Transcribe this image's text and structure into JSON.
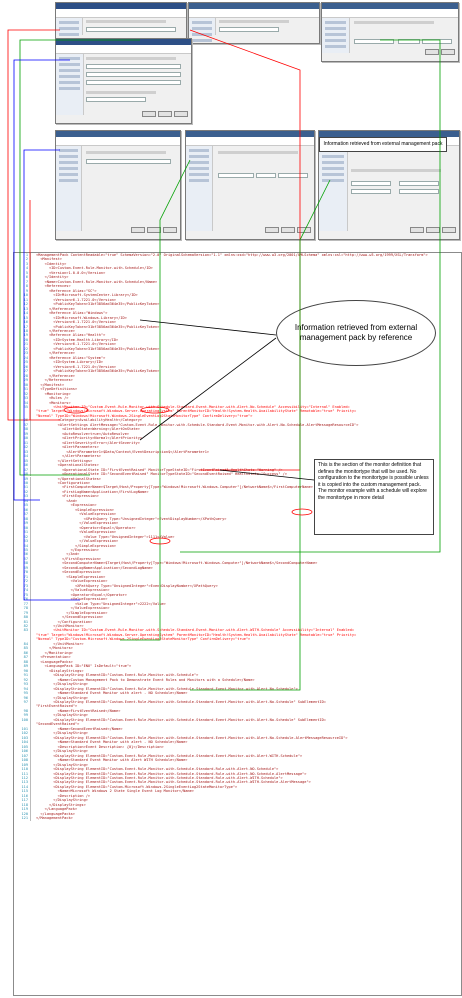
{
  "callouts": {
    "external_reference": "Information retrieved from external management pack by reference",
    "monitor_definition": "This is the section of the monitor definition that defines the monitortype that will be used. No configuration to the monitortype is possible unless it is copied into the custom management pack. The monitor example with a schedule will explore the monitortype in more detail",
    "health_title": "Information retrieved from external management pack"
  },
  "code_lines": [
    {
      "n": "1",
      "t": "<ManagementPack ContentReadable=\"true\" SchemaVersion=\"2.0\" OriginalSchemaVersion=\"1.1\" xmlns:xsd=\"http://www.w3.org/2001/XMLSchema\" xmlns:xsl=\"http://www.w3.org/1999/XSL/Transform\">",
      "k": "el"
    },
    {
      "n": "2",
      "t": "  <Manifest>",
      "k": "el"
    },
    {
      "n": "3",
      "t": "    <Identity>",
      "k": "el"
    },
    {
      "n": "4",
      "t": "      <ID>Custom.Event.Rule.Monitor.with.Schedule</ID>",
      "k": "el"
    },
    {
      "n": "5",
      "t": "      <Version>1.0.0.0</Version>",
      "k": "el"
    },
    {
      "n": "6",
      "t": "    </Identity>",
      "k": "el"
    },
    {
      "n": "7",
      "t": "    <Name>Custom.Event.Rule.Monitor.with.Schedule</Name>",
      "k": "el"
    },
    {
      "n": "8",
      "t": "    <References>",
      "k": "el"
    },
    {
      "n": "9",
      "t": "      <Reference Alias=\"SC\">",
      "k": "el"
    },
    {
      "n": "10",
      "t": "        <ID>Microsoft.SystemCenter.Library</ID>",
      "k": "el"
    },
    {
      "n": "11",
      "t": "        <Version>6.1.7221.0</Version>",
      "k": "el"
    },
    {
      "n": "12",
      "t": "        <PublicKeyToken>31bf3856ad364e35</PublicKeyToken>",
      "k": "el"
    },
    {
      "n": "13",
      "t": "      </Reference>",
      "k": "el"
    },
    {
      "n": "14",
      "t": "      <Reference Alias=\"Windows\">",
      "k": "el"
    },
    {
      "n": "15",
      "t": "        <ID>Microsoft.Windows.Library</ID>",
      "k": "el"
    },
    {
      "n": "16",
      "t": "        <Version>6.1.7221.0</Version>",
      "k": "el"
    },
    {
      "n": "17",
      "t": "        <PublicKeyToken>31bf3856ad364e35</PublicKeyToken>",
      "k": "el"
    },
    {
      "n": "18",
      "t": "      </Reference>",
      "k": "el"
    },
    {
      "n": "19",
      "t": "      <Reference Alias=\"Health\">",
      "k": "el"
    },
    {
      "n": "20",
      "t": "        <ID>System.Health.Library</ID>",
      "k": "el"
    },
    {
      "n": "21",
      "t": "        <Version>6.1.7221.0</Version>",
      "k": "el"
    },
    {
      "n": "22",
      "t": "        <PublicKeyToken>31bf3856ad364e35</PublicKeyToken>",
      "k": "el"
    },
    {
      "n": "23",
      "t": "      </Reference>",
      "k": "el"
    },
    {
      "n": "24",
      "t": "      <Reference Alias=\"System\">",
      "k": "el"
    },
    {
      "n": "25",
      "t": "        <ID>System.Library</ID>",
      "k": "el"
    },
    {
      "n": "26",
      "t": "        <Version>6.1.7221.0</Version>",
      "k": "el"
    },
    {
      "n": "27",
      "t": "        <PublicKeyToken>31bf3856ad364e35</PublicKeyToken>",
      "k": "el"
    },
    {
      "n": "28",
      "t": "      </Reference>",
      "k": "el"
    },
    {
      "n": "29",
      "t": "    </References>",
      "k": "el"
    },
    {
      "n": "30",
      "t": "  </Manifest>",
      "k": "el"
    },
    {
      "n": "31",
      "t": "  <TypeDefinitions>",
      "k": "el"
    },
    {
      "n": "32",
      "t": "    <Monitoring>",
      "k": "el"
    },
    {
      "n": "33",
      "t": "      <Rules />",
      "k": "el"
    },
    {
      "n": "34",
      "t": "      <Monitors>",
      "k": "el"
    },
    {
      "n": "35",
      "t": "        <UnitMonitor ID=\"Custom.Event.Rule.Monitor.with.Schedule.Standard.Event.Monitor.with.Alert.No.Schedule\" Accessibility=\"Internal\" Enabled=",
      "k": "at"
    },
    {
      "n": "",
      "t": "\"true\" Target=\"Windows!Microsoft.Windows.Server.OperatingSystem\" ParentMonitorID=\"Health!System.Health.AvailabilityState\" Remotable=\"true\" Priority=",
      "k": "at"
    },
    {
      "n": "",
      "t": "\"Normal\" TypeID=\"Windows!Microsoft.Windows.2SingleEventLog2StateMonitorType\" ConfirmDelivery=\"true\">",
      "k": "at"
    },
    {
      "n": "36",
      "t": "          <Category>AvailabilityHealth</Category>",
      "k": "el"
    },
    {
      "n": "37",
      "t": "          <AlertSettings AlertMessage=\"Custom.Event.Rule.Monitor.with.Schedule.Standard.Event.Monitor.with.Alert.No.Schedule.AlertMessageResourceID\">",
      "k": "el"
    },
    {
      "n": "38",
      "t": "            <AlertOnState>Warning</AlertOnState>",
      "k": "el"
    },
    {
      "n": "39",
      "t": "            <AutoResolve>true</AutoResolve>",
      "k": "el"
    },
    {
      "n": "40",
      "t": "            <AlertPriority>Normal</AlertPriority>",
      "k": "el"
    },
    {
      "n": "41",
      "t": "            <AlertSeverity>Error</AlertSeverity>",
      "k": "el"
    },
    {
      "n": "42",
      "t": "            <AlertParameters>",
      "k": "el"
    },
    {
      "n": "43",
      "t": "              <AlertParameter1>$Data/Context/EventDescription$</AlertParameter1>",
      "k": "el"
    },
    {
      "n": "44",
      "t": "            </AlertParameters>",
      "k": "el"
    },
    {
      "n": "45",
      "t": "          </AlertSettings>",
      "k": "el"
    },
    {
      "n": "46",
      "t": "          <OperationalStates>",
      "k": "el"
    },
    {
      "n": "47",
      "t": "            <OperationalState ID=\"FirstEventRaised\" MonitorTypeStateID=\"FirstEventRaised\" HealthState=\"Warning\" />",
      "k": "el"
    },
    {
      "n": "48",
      "t": "            <OperationalState ID=\"SecondEventRaised\" MonitorTypeStateID=\"SecondEventRaised\" HealthState=\"Success\" />",
      "k": "el"
    },
    {
      "n": "49",
      "t": "          </OperationalStates>",
      "k": "el"
    },
    {
      "n": "50",
      "t": "          <Configuration>",
      "k": "el"
    },
    {
      "n": "51",
      "t": "            <FirstComputerName>$Target/Host/Property[Type=\"Windows!Microsoft.Windows.Computer\"]/NetworkName$</FirstComputerName>",
      "k": "el"
    },
    {
      "n": "52",
      "t": "            <FirstLogName>Application</FirstLogName>",
      "k": "el"
    },
    {
      "n": "53",
      "t": "            <FirstExpression>",
      "k": "el"
    },
    {
      "n": "54",
      "t": "              <And>",
      "k": "el"
    },
    {
      "n": "55",
      "t": "                <Expression>",
      "k": "el"
    },
    {
      "n": "56",
      "t": "                  <SimpleExpression>",
      "k": "el"
    },
    {
      "n": "57",
      "t": "                    <ValueExpression>",
      "k": "el"
    },
    {
      "n": "58",
      "t": "                      <XPathQuery Type=\"UnsignedInteger\">EventDisplayNumber</XPathQuery>",
      "k": "el"
    },
    {
      "n": "59",
      "t": "                    </ValueExpression>",
      "k": "el"
    },
    {
      "n": "60",
      "t": "                    <Operator>Equal</Operator>",
      "k": "el"
    },
    {
      "n": "61",
      "t": "                    <ValueExpression>",
      "k": "el"
    },
    {
      "n": "62",
      "t": "                      <Value Type=\"UnsignedInteger\">1111</Value>",
      "k": "el"
    },
    {
      "n": "63",
      "t": "                    </ValueExpression>",
      "k": "el"
    },
    {
      "n": "64",
      "t": "                  </SimpleExpression>",
      "k": "el"
    },
    {
      "n": "65",
      "t": "                </Expression>",
      "k": "el"
    },
    {
      "n": "66",
      "t": "              </And>",
      "k": "el"
    },
    {
      "n": "67",
      "t": "            </FirstExpression>",
      "k": "el"
    },
    {
      "n": "68",
      "t": "            <SecondComputerName>$Target/Host/Property[Type=\"Windows!Microsoft.Windows.Computer\"]/NetworkName$</SecondComputerName>",
      "k": "el"
    },
    {
      "n": "69",
      "t": "            <SecondLogName>Application</SecondLogName>",
      "k": "el"
    },
    {
      "n": "70",
      "t": "            <SecondExpression>",
      "k": "el"
    },
    {
      "n": "71",
      "t": "              <SimpleExpression>",
      "k": "el"
    },
    {
      "n": "72",
      "t": "                <ValueExpression>",
      "k": "el"
    },
    {
      "n": "73",
      "t": "                  <XPathQuery Type=\"UnsignedInteger\">EventDisplayNumber</XPathQuery>",
      "k": "el"
    },
    {
      "n": "74",
      "t": "                </ValueExpression>",
      "k": "el"
    },
    {
      "n": "75",
      "t": "                <Operator>Equal</Operator>",
      "k": "el"
    },
    {
      "n": "76",
      "t": "                <ValueExpression>",
      "k": "el"
    },
    {
      "n": "77",
      "t": "                  <Value Type=\"UnsignedInteger\">2222</Value>",
      "k": "el"
    },
    {
      "n": "78",
      "t": "                </ValueExpression>",
      "k": "el"
    },
    {
      "n": "79",
      "t": "              </SimpleExpression>",
      "k": "el"
    },
    {
      "n": "80",
      "t": "            </SecondExpression>",
      "k": "el"
    },
    {
      "n": "81",
      "t": "          </Configuration>",
      "k": "el"
    },
    {
      "n": "82",
      "t": "        </UnitMonitor>",
      "k": "el"
    },
    {
      "n": "83",
      "t": "        <UnitMonitor ID=\"Custom.Event.Rule.Monitor.with.Schedule.Standard.Event.Monitor.with.Alert.WITH.Schedule\" Accessibility=\"Internal\" Enabled=",
      "k": "at"
    },
    {
      "n": "",
      "t": "\"true\" Target=\"Windows!Microsoft.Windows.Server.OperatingSystem\" ParentMonitorID=\"Health!System.Health.AvailabilityState\" Remotable=\"true\" Priority=",
      "k": "at"
    },
    {
      "n": "",
      "t": "\"Normal\" TypeID=\"Custom.Microsoft.Windows.2SingleEventLog2StateMonitorType\" ConfirmDelivery=\"true\">",
      "k": "at"
    },
    {
      "n": "84",
      "t": "        </UnitMonitor>",
      "k": "el"
    },
    {
      "n": "85",
      "t": "      </Monitors>",
      "k": "el"
    },
    {
      "n": "86",
      "t": "    </Monitoring>",
      "k": "el"
    },
    {
      "n": "87",
      "t": "  <Presentation>",
      "k": "el"
    },
    {
      "n": "88",
      "t": "  <LanguagePacks>",
      "k": "el"
    },
    {
      "n": "89",
      "t": "    <LanguagePack ID=\"ENU\" IsDefault=\"true\">",
      "k": "el"
    },
    {
      "n": "90",
      "t": "      <DisplayStrings>",
      "k": "el"
    },
    {
      "n": "91",
      "t": "        <DisplayString ElementID=\"Custom.Event.Rule.Monitor.with.Schedule\">",
      "k": "el"
    },
    {
      "n": "92",
      "t": "          <Name>Custom Management Pack to Demonstrate Event Rules and Monitors with a Schedule</Name>",
      "k": "el"
    },
    {
      "n": "93",
      "t": "        </DisplayString>",
      "k": "el"
    },
    {
      "n": "94",
      "t": "        <DisplayString ElementID=\"Custom.Event.Rule.Monitor.with.Schedule.Standard.Event.Monitor.with.Alert.No.Schedule\">",
      "k": "el"
    },
    {
      "n": "95",
      "t": "          <Name>Standard Event Monitor with alert - NO Schedule</Name>",
      "k": "el"
    },
    {
      "n": "96",
      "t": "        </DisplayString>",
      "k": "el"
    },
    {
      "n": "97",
      "t": "        <DisplayString ElementID=\"Custom.Event.Rule.Monitor.with.Schedule.Standard.Event.Monitor.with.Alert.No.Schedule\" SubElementID=",
      "k": "el"
    },
    {
      "n": "",
      "t": "\"FirstEventRaised\">",
      "k": "el"
    },
    {
      "n": "98",
      "t": "          <Name>FirstEventRaised</Name>",
      "k": "el"
    },
    {
      "n": "99",
      "t": "        </DisplayString>",
      "k": "el"
    },
    {
      "n": "100",
      "t": "        <DisplayString ElementID=\"Custom.Event.Rule.Monitor.with.Schedule.Standard.Event.Monitor.with.Alert.No.Schedule\" SubElementID=",
      "k": "el"
    },
    {
      "n": "",
      "t": "\"SecondEventRaised\">",
      "k": "el"
    },
    {
      "n": "101",
      "t": "          <Name>SecondEventRaised</Name>",
      "k": "el"
    },
    {
      "n": "102",
      "t": "        </DisplayString>",
      "k": "el"
    },
    {
      "n": "103",
      "t": "        <DisplayString ElementID=\"Custom.Event.Rule.Monitor.with.Schedule.Standard.Event.Monitor.with.Alert.No.Schedule.AlertMessageResourceID\">",
      "k": "el"
    },
    {
      "n": "104",
      "t": "          <Name>Standard Event Monitor with alert - NO Schedule</Name>",
      "k": "el"
    },
    {
      "n": "105",
      "t": "          <Description>Event Description: {0}</Description>",
      "k": "el"
    },
    {
      "n": "106",
      "t": "        </DisplayString>",
      "k": "el"
    },
    {
      "n": "107",
      "t": "        <DisplayString ElementID=\"Custom.Event.Rule.Monitor.with.Schedule.Standard.Event.Monitor.with.Alert.WITH.Schedule\">",
      "k": "el"
    },
    {
      "n": "108",
      "t": "          <Name>Standard Event Monitor with Alert WITH Schedule</Name>",
      "k": "el"
    },
    {
      "n": "109",
      "t": "        </DisplayString>",
      "k": "el"
    },
    {
      "n": "110",
      "t": "        <DisplayString ElementID=\"Custom.Event.Rule.Monitor.with.Schedule.Standard.Rule.with.Alert.NO.Schedule\">",
      "k": "el"
    },
    {
      "n": "111",
      "t": "        <DisplayString ElementID=\"Custom.Event.Rule.Monitor.with.Schedule.Standard.Rule.with.Alert.NO.Schedule.AlertMessage\">",
      "k": "el"
    },
    {
      "n": "112",
      "t": "        <DisplayString ElementID=\"Custom.Event.Rule.Monitor.with.Schedule.Standard.Rule.with.Alert.WITH.Schedule\">",
      "k": "el"
    },
    {
      "n": "113",
      "t": "        <DisplayString ElementID=\"Custom.Event.Rule.Monitor.with.Schedule.Standard.Rule.with.Alert.WITH.Schedule.AlertMessage\">",
      "k": "el"
    },
    {
      "n": "114",
      "t": "        <DisplayString ElementID=\"Custom.Microsoft.Windows.2SingleEventLog2StateMonitorType\">",
      "k": "el"
    },
    {
      "n": "115",
      "t": "          <Name>Microsoft Windows 2 State Single Event Log Monitor</Name>",
      "k": "el"
    },
    {
      "n": "116",
      "t": "          <Description />",
      "k": "el"
    },
    {
      "n": "117",
      "t": "        </DisplayString>",
      "k": "el"
    },
    {
      "n": "118",
      "t": "      </DisplayStrings>",
      "k": "el"
    },
    {
      "n": "119",
      "t": "    </LanguagePack>",
      "k": "el"
    },
    {
      "n": "120",
      "t": "  </LanguagePacks>",
      "k": "el"
    },
    {
      "n": "121",
      "t": "</ManagementPack>",
      "k": "el"
    }
  ]
}
